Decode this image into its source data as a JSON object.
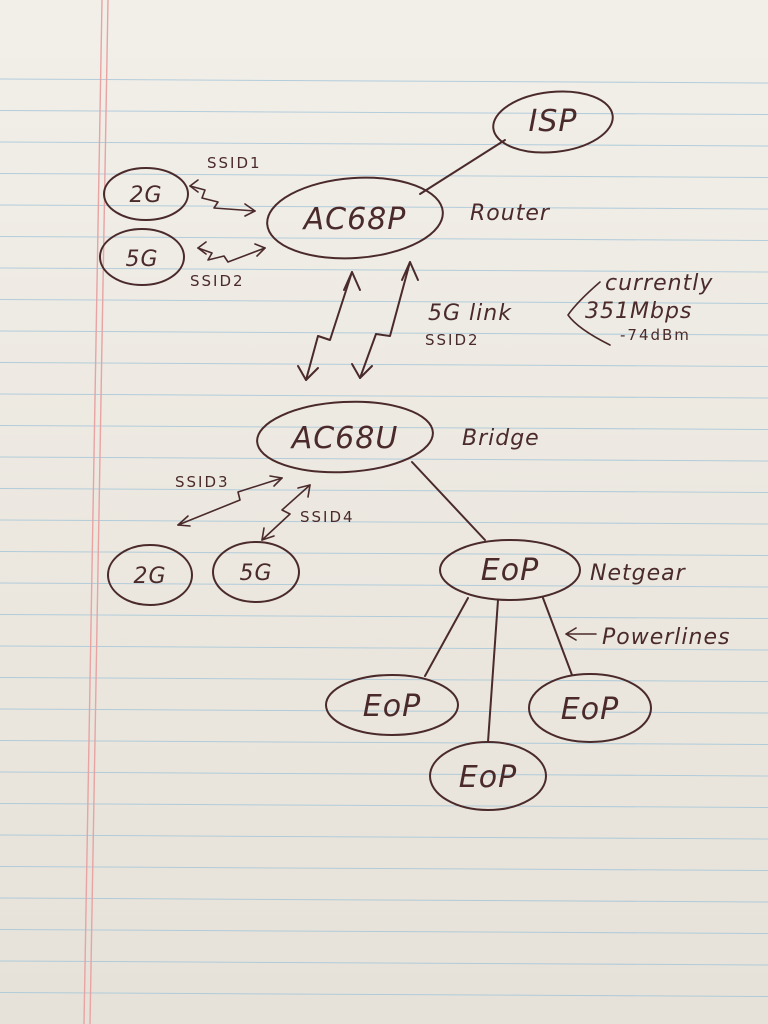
{
  "nodes": {
    "isp": "ISP",
    "router_model": "AC68P",
    "router_role": "Router",
    "router_band_2g": "2G",
    "router_band_5g": "5G",
    "bridge_model": "AC68U",
    "bridge_role": "Bridge",
    "bridge_band_2g": "2G",
    "bridge_band_5g": "5G",
    "eop_main": "EoP",
    "eop_main_brand": "Netgear",
    "eop_left": "EoP",
    "eop_center": "EoP",
    "eop_right": "EoP"
  },
  "labels": {
    "ssid1": "SSID1",
    "ssid2_router": "SSID2",
    "link": "5G link",
    "ssid2_link": "SSID2",
    "ssid3": "SSID3",
    "ssid4": "SSID4",
    "powerlines": "Powerlines"
  },
  "note": {
    "line1": "currently",
    "line2": "351Mbps",
    "line3": "-74dBm"
  },
  "colors": {
    "ink": "#4a2a2a",
    "rule_line": "#9fc3d8",
    "margin_line": "#e8a3a3"
  }
}
